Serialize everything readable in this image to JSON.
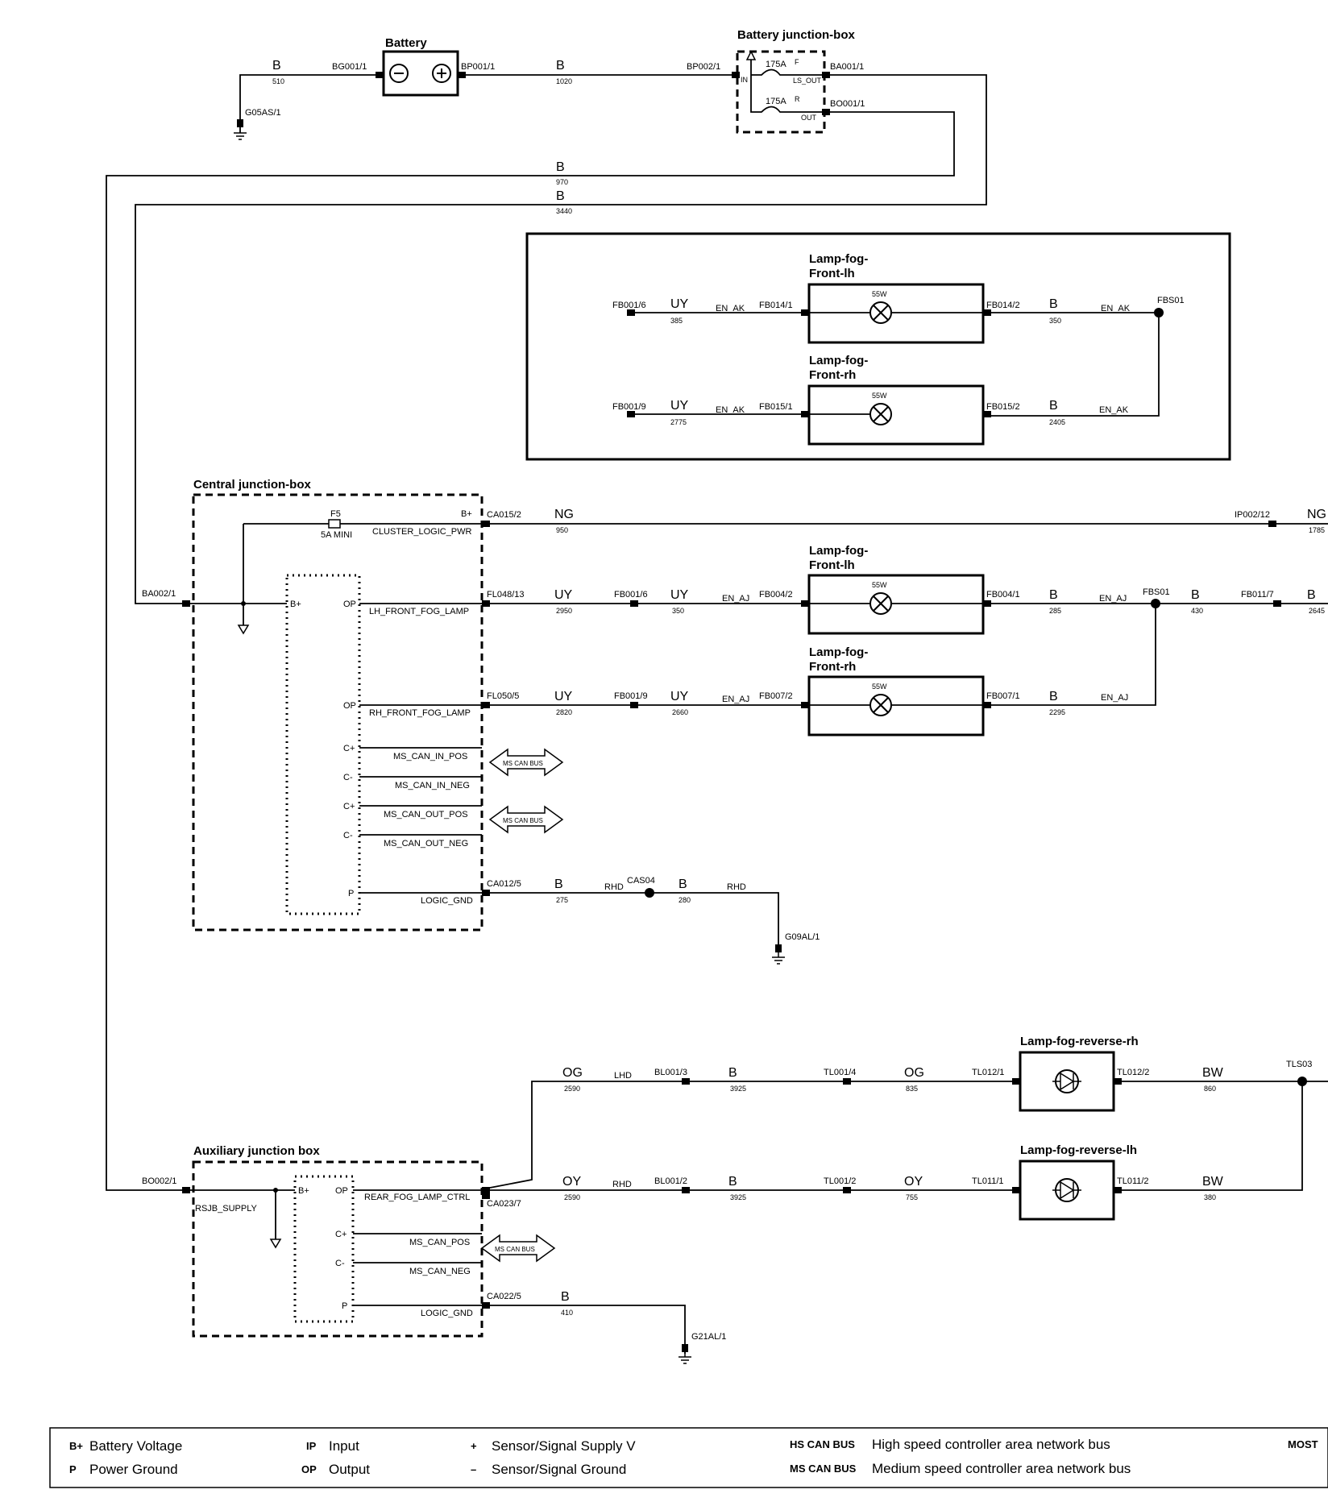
{
  "titles": {
    "battery": "Battery",
    "battery_jb": "Battery junction-box",
    "central_jb": "Central junction-box",
    "aux_jb": "Auxiliary junction box",
    "lamp_a_lh": "Lamp-fog-",
    "lamp_a_lh2": "Front-lh",
    "lamp_a_rh": "Lamp-fog-",
    "lamp_a_rh2": "Front-rh",
    "lamp_b_lh": "Lamp-fog-",
    "lamp_b_lh2": "Front-lh",
    "lamp_b_rh": "Lamp-fog-",
    "lamp_b_rh2": "Front-rh",
    "rev_rh": "Lamp-fog-reverse-rh",
    "rev_lh": "Lamp-fog-reverse-lh"
  },
  "top": {
    "w510_color": "B",
    "w510_num": "510",
    "bg001": "BG001/1",
    "bp001": "BP001/1",
    "w1020_color": "B",
    "w1020_num": "1020",
    "bp002": "BP002/1",
    "g05": "G05AS/1",
    "fuse1": "175A",
    "fuse1_letter": "F",
    "fuse1_out": "LS_OUT",
    "fuse2": "175A",
    "fuse2_letter": "R",
    "fuse2_out": "OUT",
    "in_label": "IN",
    "ba001": "BA001/1",
    "bo001": "BO001/1",
    "w970_color": "B",
    "w970_num": "970",
    "w3440_color": "B",
    "w3440_num": "3440"
  },
  "inset": {
    "fb001_6": "FB001/6",
    "uy385": "UY",
    "n385": "385",
    "en_ak1": "EN_AK",
    "fb014_1": "FB014/1",
    "w55a": "55W",
    "fb014_2": "FB014/2",
    "b350": "B",
    "n350": "350",
    "en_ak2": "EN_AK",
    "fbs01": "FBS01",
    "fb001_9": "FB001/9",
    "uy2775": "UY",
    "n2775": "2775",
    "en_ak3": "EN_AK",
    "fb015_1": "FB015/1",
    "w55b": "55W",
    "fb015_2": "FB015/2",
    "b2405": "B",
    "n2405": "2405",
    "en_ak4": "EN_AK"
  },
  "central": {
    "f5": "F5",
    "f5_type": "5A MINI",
    "bplus": "B+",
    "cluster": "CLUSTER_LOGIC_PWR",
    "ca015": "CA015/2",
    "ng": "NG",
    "n950": "950",
    "ip002": "IP002/12",
    "ng2": "NG",
    "n1785": "1785",
    "ba002": "BA002/1",
    "bplus2": "B+",
    "op1": "OP",
    "lh_fog": "LH_FRONT_FOG_LAMP",
    "fl048": "FL048/13",
    "uy2950": "UY",
    "n2950": "2950",
    "fb001_6": "FB001/6",
    "uy350": "UY",
    "n350": "350",
    "en_aj1": "EN_AJ",
    "fb004_2": "FB004/2",
    "w55c": "55W",
    "fb004_1": "FB004/1",
    "b285": "B",
    "n285": "285",
    "en_aj2": "EN_AJ",
    "fbs01": "FBS01",
    "b430": "B",
    "n430": "430",
    "fb011": "FB011/7",
    "b2645": "B",
    "n2645": "2645",
    "op2": "OP",
    "rh_fog": "RH_FRONT_FOG_LAMP",
    "fl050": "FL050/5",
    "uy2820": "UY",
    "n2820": "2820",
    "fb001_9": "FB001/9",
    "uy2660": "UY",
    "n2660": "2660",
    "en_aj3": "EN_AJ",
    "fb007_2": "FB007/2",
    "w55d": "55W",
    "fb007_1": "FB007/1",
    "b2295": "B",
    "n2295": "2295",
    "en_aj4": "EN_AJ",
    "c1": "C+",
    "can_in_pos": "MS_CAN_IN_POS",
    "c2": "C-",
    "can_in_neg": "MS_CAN_IN_NEG",
    "c3": "C+",
    "can_out_pos": "MS_CAN_OUT_POS",
    "c4": "C-",
    "can_out_neg": "MS_CAN_OUT_NEG",
    "bus1": "MS CAN BUS",
    "bus2": "MS CAN BUS",
    "p": "P",
    "logic_gnd": "LOGIC_GND",
    "ca012": "CA012/5",
    "b275": "B",
    "n275": "275",
    "rhd1": "RHD",
    "cas04": "CAS04",
    "b280": "B",
    "n280": "280",
    "rhd2": "RHD",
    "g09": "G09AL/1"
  },
  "aux": {
    "og2590": "OG",
    "n2590a": "2590",
    "lhd": "LHD",
    "bl001_3": "BL001/3",
    "b3925a": "B",
    "n3925a": "3925",
    "tl001_4": "TL001/4",
    "og835": "OG",
    "n835": "835",
    "tl012_1": "TL012/1",
    "tl012_2": "TL012/2",
    "bw860": "BW",
    "n860": "860",
    "tls03": "TLS03",
    "bo002": "BO002/1",
    "rsjb": "RSJB_SUPPLY",
    "bplus": "B+",
    "op": "OP",
    "rear_ctrl": "REAR_FOG_LAMP_CTRL",
    "ca023": "CA023/7",
    "oy2590": "OY",
    "n2590b": "2590",
    "rhd": "RHD",
    "bl001_2": "BL001/2",
    "b3925b": "B",
    "n3925b": "3925",
    "tl001_2": "TL001/2",
    "oy755": "OY",
    "n755": "755",
    "tl011_1": "TL011/1",
    "tl011_2": "TL011/2",
    "bw380": "BW",
    "n380": "380",
    "c1": "C+",
    "can_pos": "MS_CAN_POS",
    "c2": "C-",
    "can_neg": "MS_CAN_NEG",
    "bus": "MS CAN BUS",
    "p": "P",
    "logic_gnd": "LOGIC_GND",
    "ca022": "CA022/5",
    "b410": "B",
    "n410": "410",
    "g21": "G21AL/1"
  },
  "legend": {
    "k1": "B+",
    "v1": "Battery Voltage",
    "k2": "P",
    "v2": "Power Ground",
    "k3": "IP",
    "v3": "Input",
    "k4": "OP",
    "v4": "Output",
    "k5": "+",
    "v5": "Sensor/Signal Supply V",
    "k6": "–",
    "v6": "Sensor/Signal Ground",
    "k7": "HS CAN BUS",
    "v7": "High speed controller area network bus",
    "k8": "MS CAN BUS",
    "v8": "Medium speed controller area network bus",
    "k9": "MOST"
  }
}
